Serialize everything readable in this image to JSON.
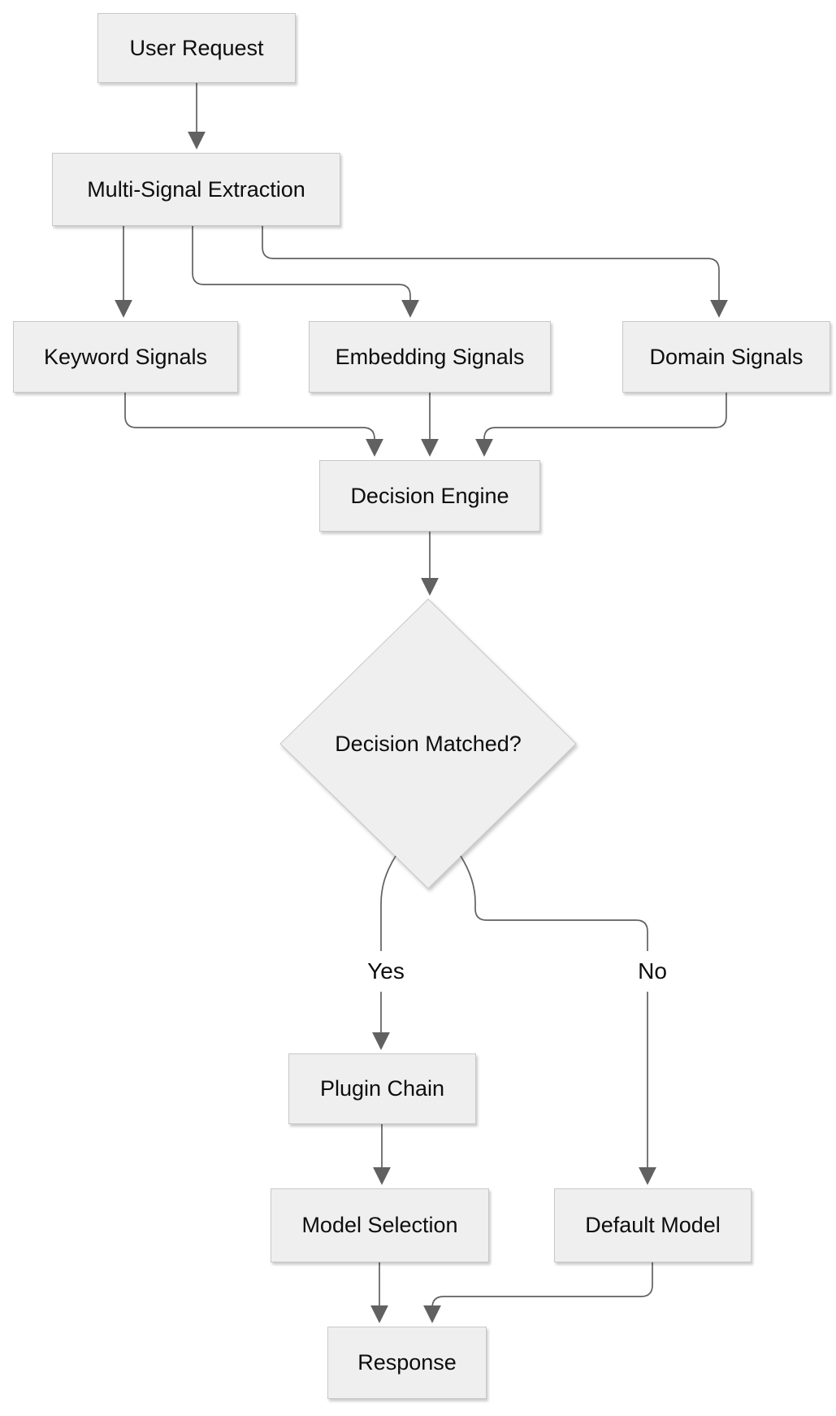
{
  "diagram": {
    "type": "flowchart",
    "direction": "top-down",
    "nodes": {
      "user_request": {
        "label": "User Request",
        "shape": "rect"
      },
      "multi_signal_extraction": {
        "label": "Multi-Signal Extraction",
        "shape": "rect"
      },
      "keyword_signals": {
        "label": "Keyword Signals",
        "shape": "rect"
      },
      "embedding_signals": {
        "label": "Embedding Signals",
        "shape": "rect"
      },
      "domain_signals": {
        "label": "Domain Signals",
        "shape": "rect"
      },
      "decision_engine": {
        "label": "Decision Engine",
        "shape": "rect"
      },
      "decision_matched": {
        "label": "Decision Matched?",
        "shape": "diamond"
      },
      "plugin_chain": {
        "label": "Plugin Chain",
        "shape": "rect"
      },
      "model_selection": {
        "label": "Model Selection",
        "shape": "rect"
      },
      "default_model": {
        "label": "Default Model",
        "shape": "rect"
      },
      "response": {
        "label": "Response",
        "shape": "rect"
      }
    },
    "edge_labels": {
      "yes": "Yes",
      "no": "No"
    },
    "edges": [
      {
        "from": "user_request",
        "to": "multi_signal_extraction",
        "label": ""
      },
      {
        "from": "multi_signal_extraction",
        "to": "keyword_signals",
        "label": ""
      },
      {
        "from": "multi_signal_extraction",
        "to": "embedding_signals",
        "label": ""
      },
      {
        "from": "multi_signal_extraction",
        "to": "domain_signals",
        "label": ""
      },
      {
        "from": "keyword_signals",
        "to": "decision_engine",
        "label": ""
      },
      {
        "from": "embedding_signals",
        "to": "decision_engine",
        "label": ""
      },
      {
        "from": "domain_signals",
        "to": "decision_engine",
        "label": ""
      },
      {
        "from": "decision_engine",
        "to": "decision_matched",
        "label": ""
      },
      {
        "from": "decision_matched",
        "to": "plugin_chain",
        "label": "Yes"
      },
      {
        "from": "decision_matched",
        "to": "default_model",
        "label": "No"
      },
      {
        "from": "plugin_chain",
        "to": "model_selection",
        "label": ""
      },
      {
        "from": "model_selection",
        "to": "response",
        "label": ""
      },
      {
        "from": "default_model",
        "to": "response",
        "label": ""
      }
    ],
    "colors": {
      "background": "#ffffff",
      "node_fill": "#efefef",
      "node_border": "#c8c8c8",
      "edge": "#616161",
      "text": "#0d0d0d"
    }
  }
}
